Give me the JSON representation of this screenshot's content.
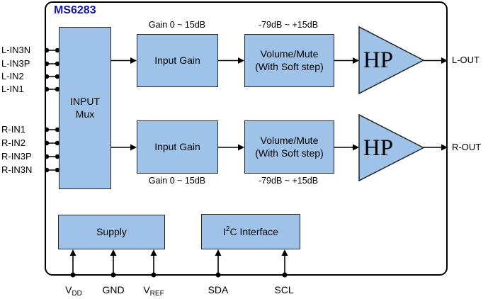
{
  "colors": {
    "block_fill": "#9FC3E8",
    "block_border": "#262626",
    "line": "#000000",
    "title_color": "#1414AC",
    "text": "#000000",
    "background": "#FFFFFF"
  },
  "title": "MS6283",
  "left_pins": [
    "L-IN3N",
    "L-IN3P",
    "L-IN2",
    "L-IN1",
    "R-IN1",
    "R-IN2",
    "R-IN3P",
    "R-IN3N"
  ],
  "mux": {
    "line1": "INPUT",
    "line2": "Mux"
  },
  "left_channel": {
    "gain_annotation": "Gain 0 ~ 15dB",
    "input_gain": "Input Gain",
    "volume_annotation": "-79dB ~ +15dB",
    "volume_line1": "Volume/Mute",
    "volume_line2": "(With Soft step)",
    "amp": "HP",
    "output": "L-OUT"
  },
  "right_channel": {
    "gain_annotation": "Gain 0 ~ 15dB",
    "input_gain": "Input Gain",
    "volume_annotation": "-79dB ~ +15dB",
    "volume_line1": "Volume/Mute",
    "volume_line2": "(With Soft step)",
    "amp": "HP",
    "output": "R-OUT"
  },
  "supply": {
    "label": "Supply"
  },
  "i2c": {
    "base": "I",
    "sup": "2",
    "rest": "C Interface"
  },
  "bottom_pins": [
    {
      "main": "V",
      "sub": "DD"
    },
    {
      "main": "GND",
      "sub": ""
    },
    {
      "main": "V",
      "sub": "REF"
    },
    {
      "main": "SDA",
      "sub": ""
    },
    {
      "main": "SCL",
      "sub": ""
    }
  ]
}
